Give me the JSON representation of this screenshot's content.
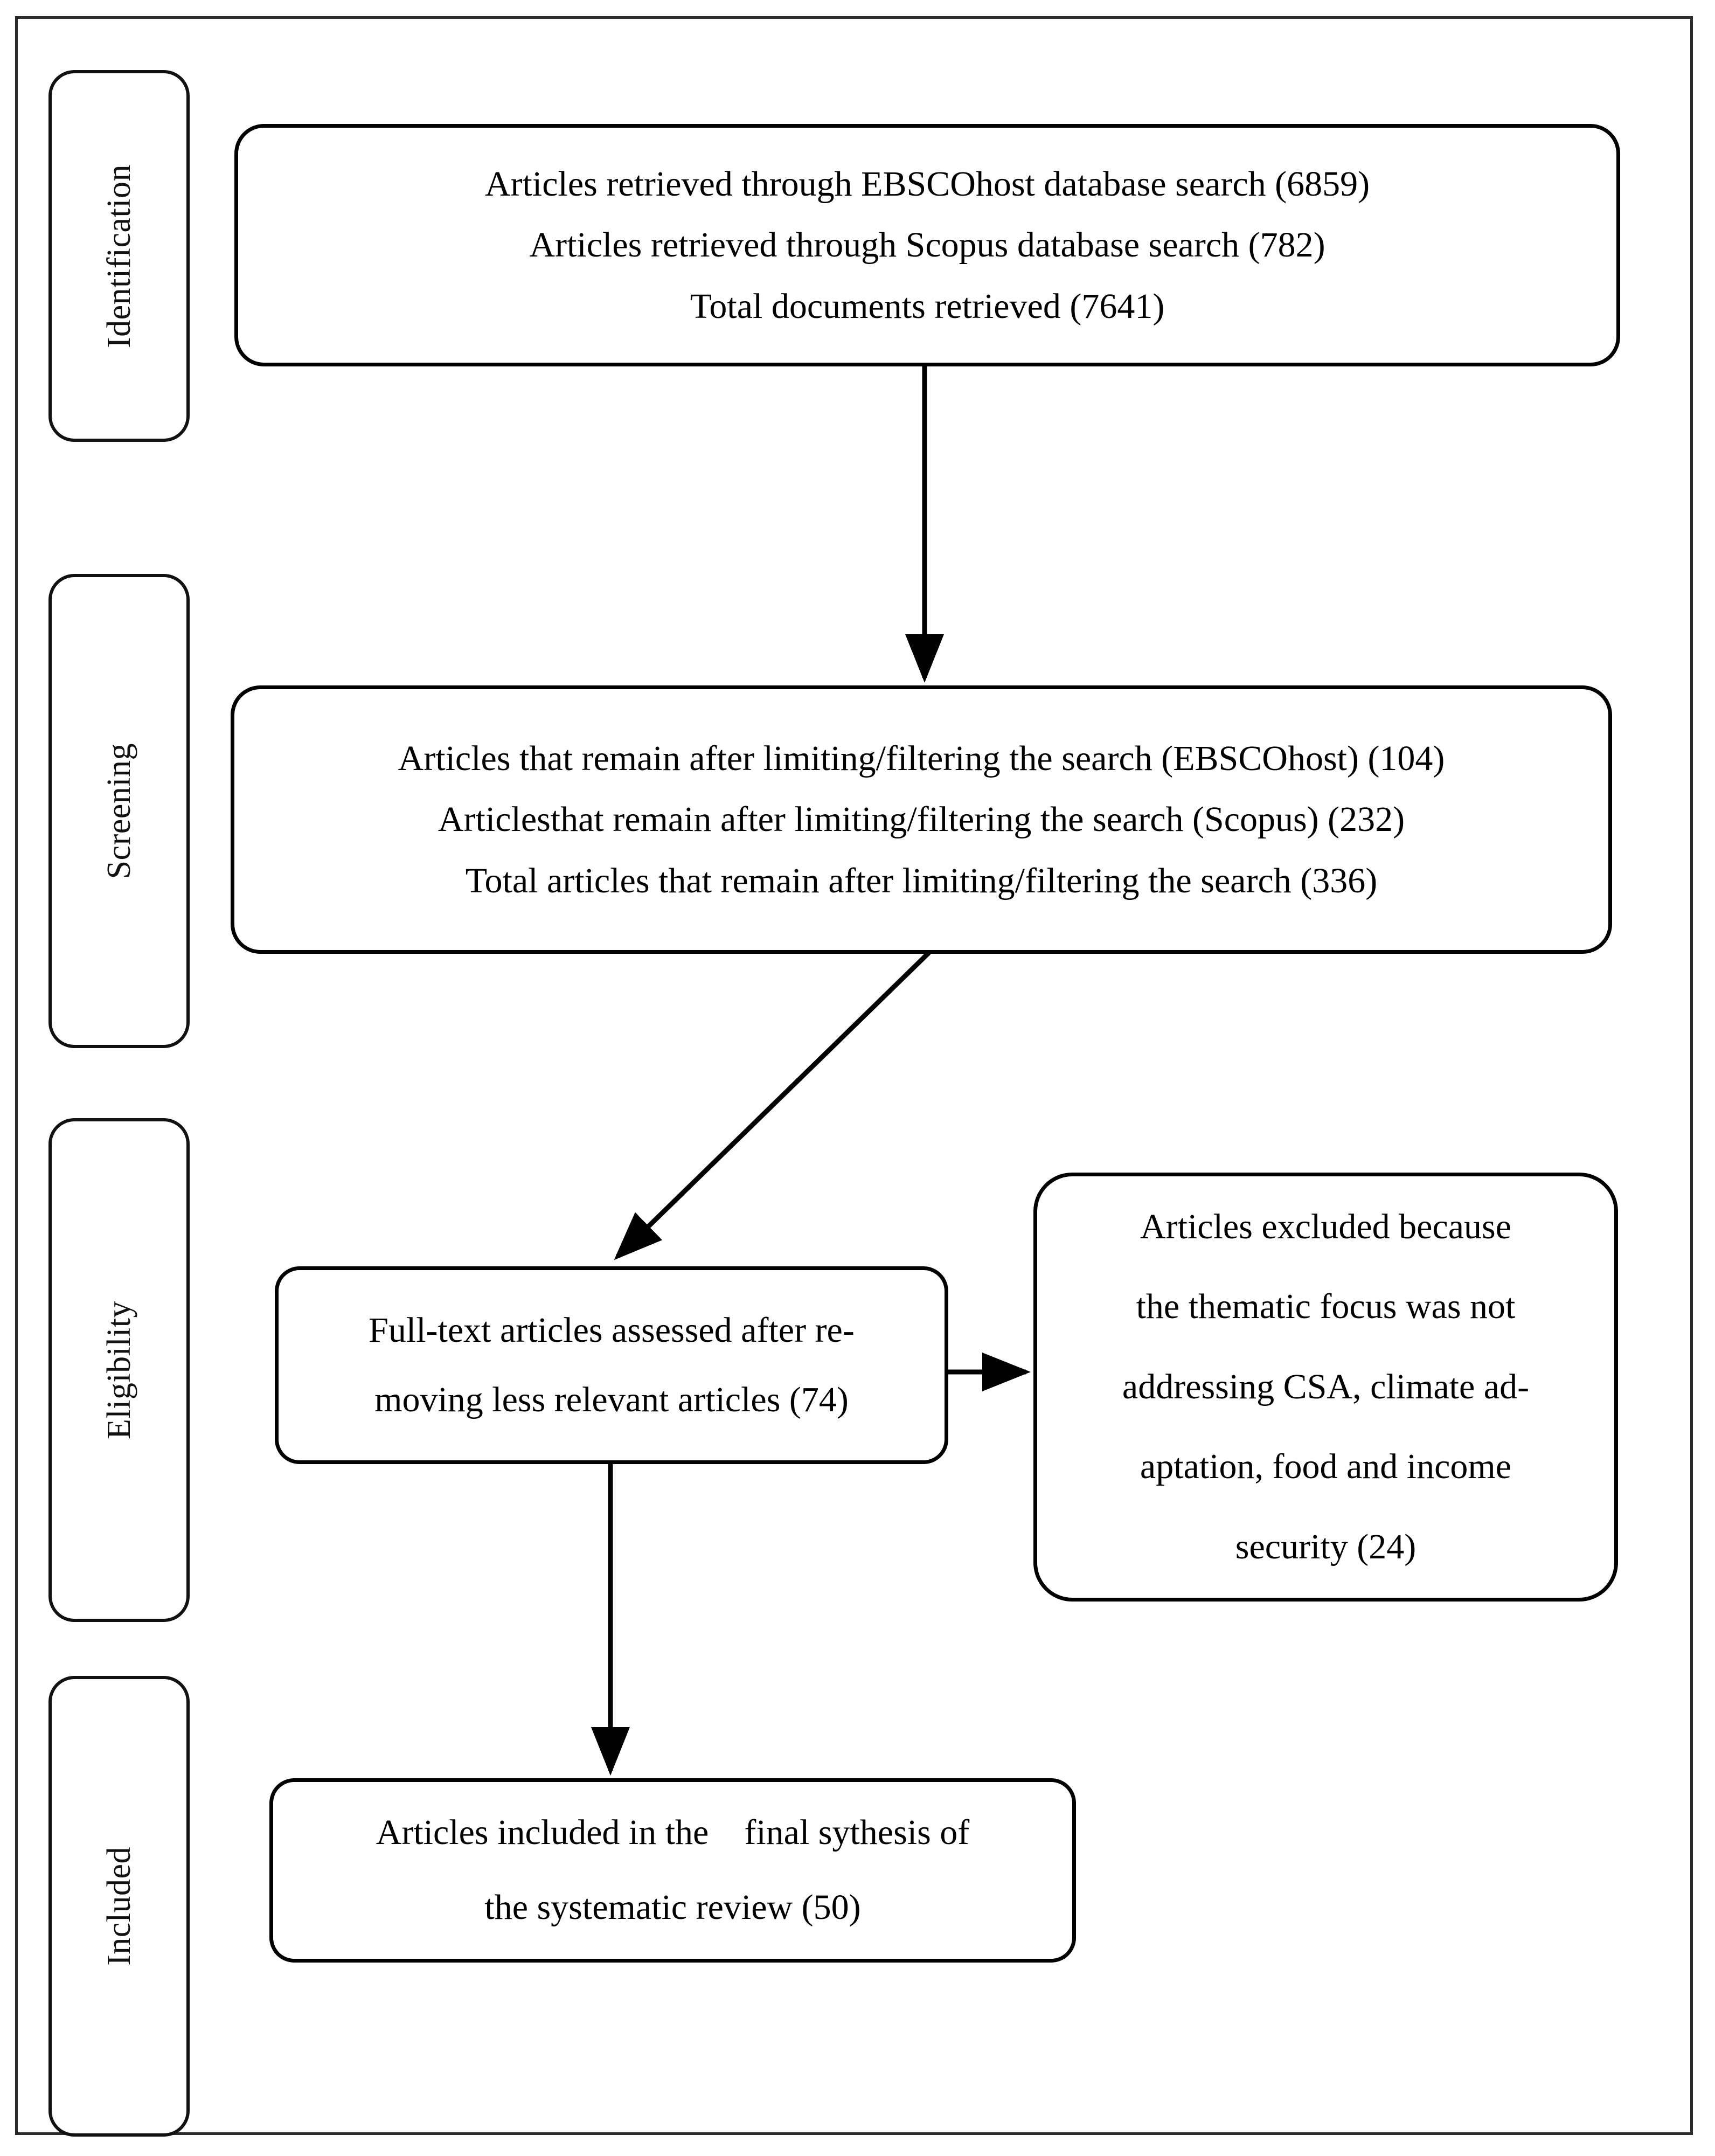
{
  "diagram": {
    "type": "prisma-flow-diagram",
    "title": "PRISMA systematic review flow diagram",
    "line_color": "#000000",
    "frame_color": "#2b2b2b",
    "background_color": "#ffffff"
  },
  "stages": [
    {
      "id": "identification",
      "label": "Identification"
    },
    {
      "id": "screening",
      "label": "Screening"
    },
    {
      "id": "eligibility",
      "label": "Eligibility"
    },
    {
      "id": "included",
      "label": "Included"
    }
  ],
  "boxes": {
    "identification": {
      "lines": [
        "Articles retrieved through EBSCOhost database search (6859)",
        "Articles retrieved through Scopus database search (782)",
        "Total documents retrieved (7641)"
      ],
      "counts": {
        "ebscohost": 6859,
        "scopus": 782,
        "total": 7641
      }
    },
    "screening": {
      "lines": [
        "Articles that remain after limiting/filtering the search (EBSCOhost) (104)",
        "Articlesthat remain after limiting/filtering the search (Scopus) (232)",
        "Total articles that remain after limiting/filtering the search (336)"
      ],
      "counts": {
        "ebscohost": 104,
        "scopus": 232,
        "total": 336
      }
    },
    "eligibility": {
      "lines": [
        "Full-text articles assessed after re-",
        "moving less relevant articles (74)"
      ],
      "counts": {
        "assessed": 74
      }
    },
    "excluded": {
      "lines": [
        "Articles excluded because",
        "the thematic focus was not",
        "addressing CSA, climate ad-",
        "aptation, food and income",
        "security (24)"
      ],
      "counts": {
        "excluded": 24
      }
    },
    "included": {
      "lines": [
        "Articles included in the    final sythesis of",
        "the systematic review (50)"
      ],
      "counts": {
        "included": 50
      }
    }
  },
  "connectors": [
    {
      "id": "identification-to-screening",
      "from": "identification",
      "to": "screening",
      "direction": "down"
    },
    {
      "id": "screening-to-eligibility",
      "from": "screening",
      "to": "eligibility",
      "direction": "diagonal-down-left"
    },
    {
      "id": "eligibility-to-excluded",
      "from": "eligibility",
      "to": "excluded",
      "direction": "right"
    },
    {
      "id": "eligibility-to-included",
      "from": "eligibility",
      "to": "included",
      "direction": "down"
    }
  ]
}
